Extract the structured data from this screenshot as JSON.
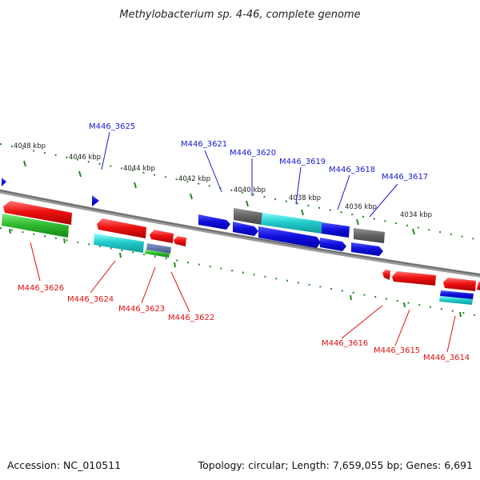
{
  "title": "Methylobacterium sp. 4-46, complete genome",
  "accession": "Accession: NC_010511",
  "topology": "Topology: circular; Length: 7,659,055 bp; Genes: 6,691",
  "colors": {
    "forward_label": "#1a1acc",
    "reverse_label": "#dd1111",
    "red": "#ee1111",
    "blue": "#1111dd",
    "green": "#33bb33",
    "cyan": "#22cccc",
    "gray": "#666666",
    "dotted": "#228822"
  },
  "kbp_labels": [
    "4048 kbp",
    "4046 kbp",
    "4044 kbp",
    "4042 kbp",
    "4040 kbp",
    "4038 kbp",
    "4036 kbp",
    "4034 kbp"
  ],
  "forward_genes": [
    "M446_3625",
    "M446_3621",
    "M446_3620",
    "M446_3619",
    "M446_3618",
    "M446_3617"
  ],
  "reverse_genes": [
    "M446_3626",
    "M446_3624",
    "M446_3623",
    "M446_3622",
    "M446_3616",
    "M446_3615",
    "M446_3614"
  ]
}
